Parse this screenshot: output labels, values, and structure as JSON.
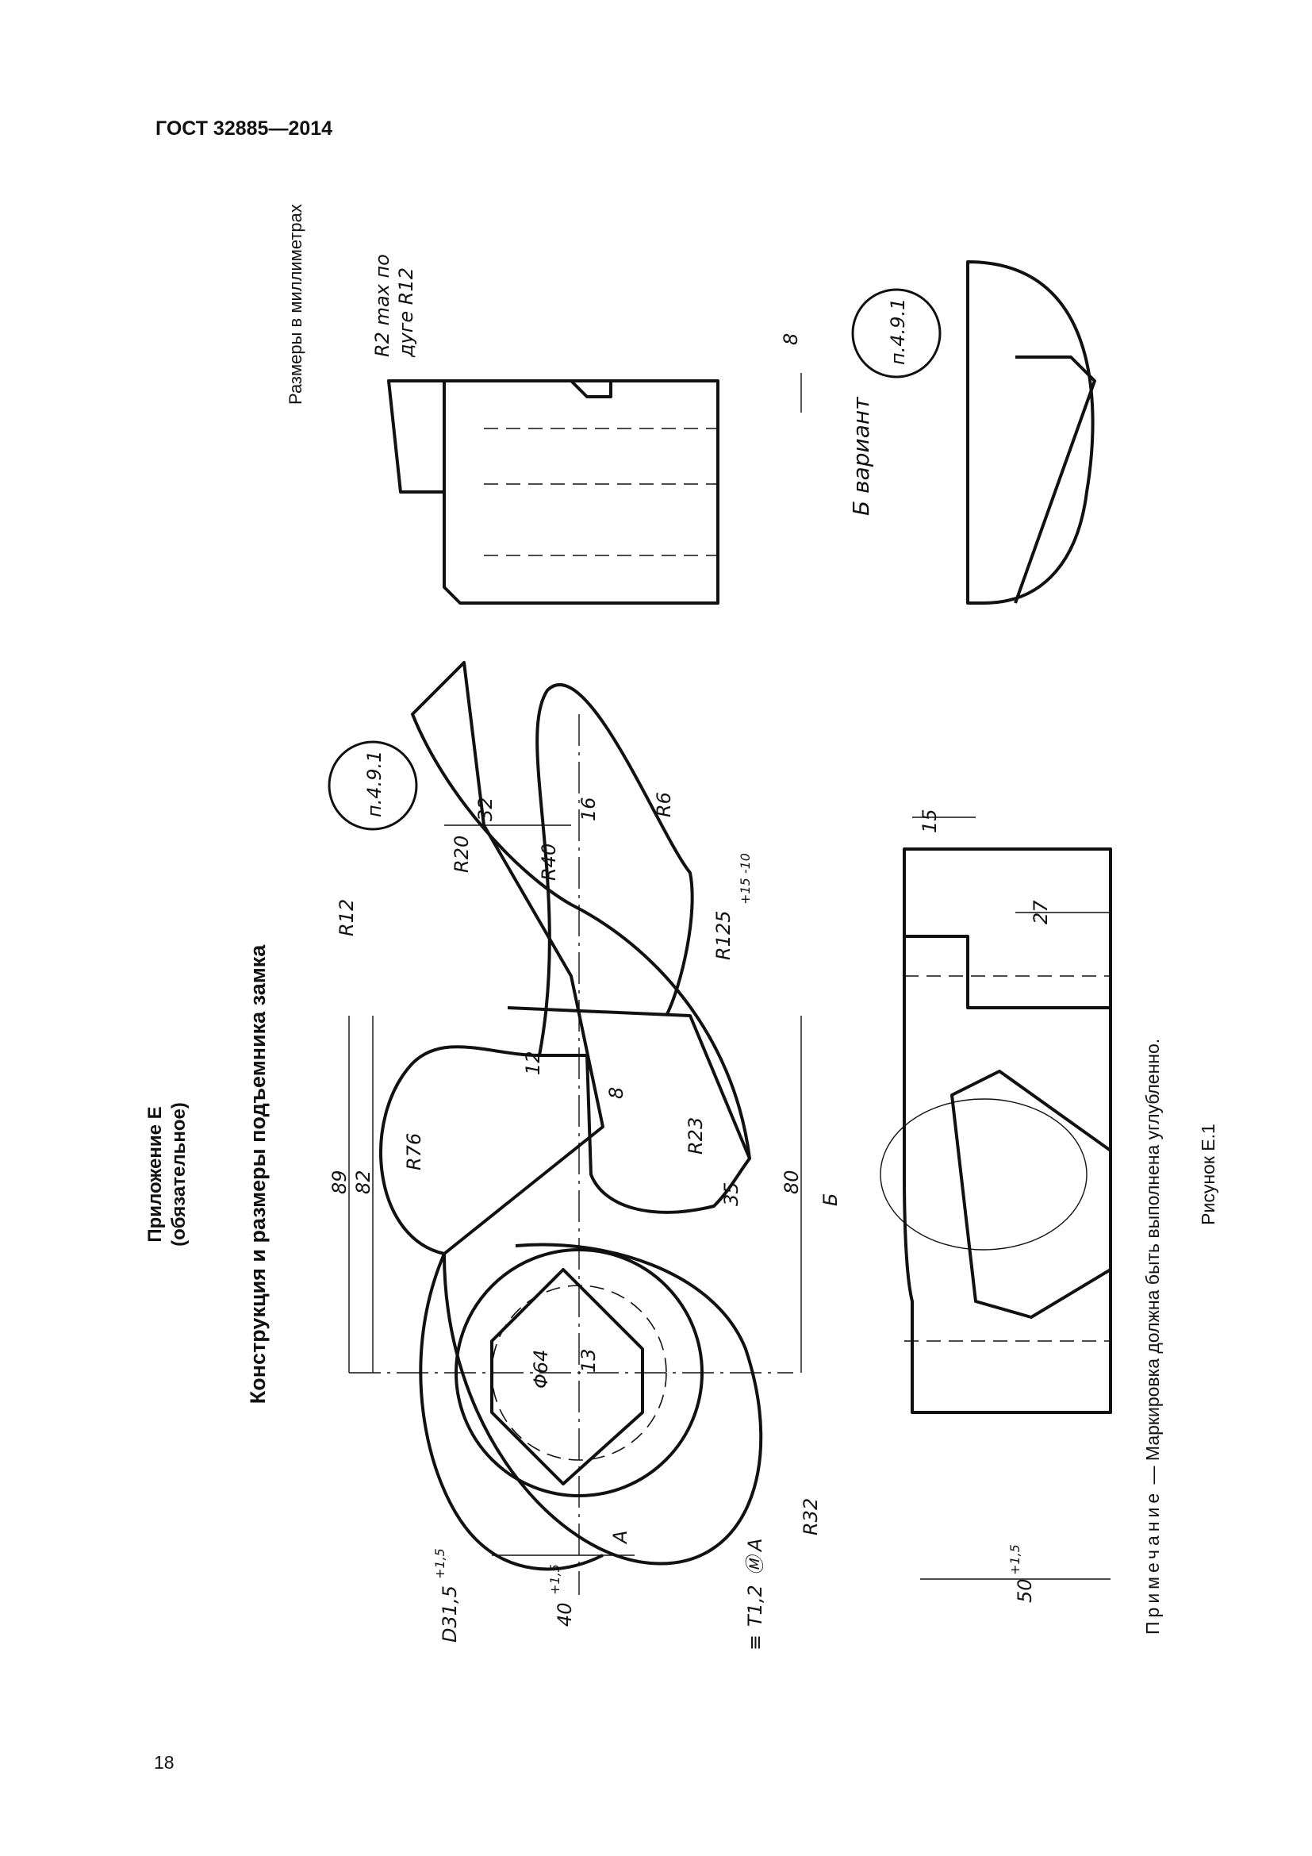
{
  "header": {
    "doc_code": "ГОСТ 32885—2014"
  },
  "page": {
    "number": "18"
  },
  "appendix": {
    "title": "Приложение Е",
    "status": "(обязательное)"
  },
  "section": {
    "heading": "Конструкция и размеры подъемника замка"
  },
  "units_note": "Размеры в миллиметрах",
  "footnote": {
    "label": "Примечание",
    "dash": " — ",
    "text": "Маркировка должна быть выполнена углубленно."
  },
  "figure": {
    "caption": "Рисунок Е.1"
  },
  "drawing": {
    "dimensions": {
      "d89": "89",
      "d82": "82",
      "d80": "80",
      "d35": "35",
      "d32": "32",
      "d16": "16",
      "d12": "12",
      "d8": "8",
      "d13": "13",
      "d15": "15",
      "d27": "27",
      "d8b": "8",
      "r12": "R12",
      "r20": "R20",
      "r40": "R40",
      "r6": "R6",
      "r125": "R125",
      "r125_tol": "+15 -10",
      "r76": "R76",
      "r23": "R23",
      "r32": "R32",
      "phi64": "Φ64",
      "d315": "D31,5",
      "d315_tol": "+1,5",
      "w40": "40",
      "w40_tol": "+1,5",
      "w50": "50",
      "w50_tol": "+1,5",
      "tol_frame": [
        "≡",
        "T1,2",
        "Ⓜ",
        "A"
      ],
      "datum": "A"
    },
    "callouts": {
      "ref1": "п.4.9.1",
      "ref2": "п.4.9.1",
      "detail_letter": "Б",
      "variant_label": "Б вариант",
      "r2_note_top": "R2 max по",
      "r2_note_bottom": "дуге R12"
    }
  }
}
